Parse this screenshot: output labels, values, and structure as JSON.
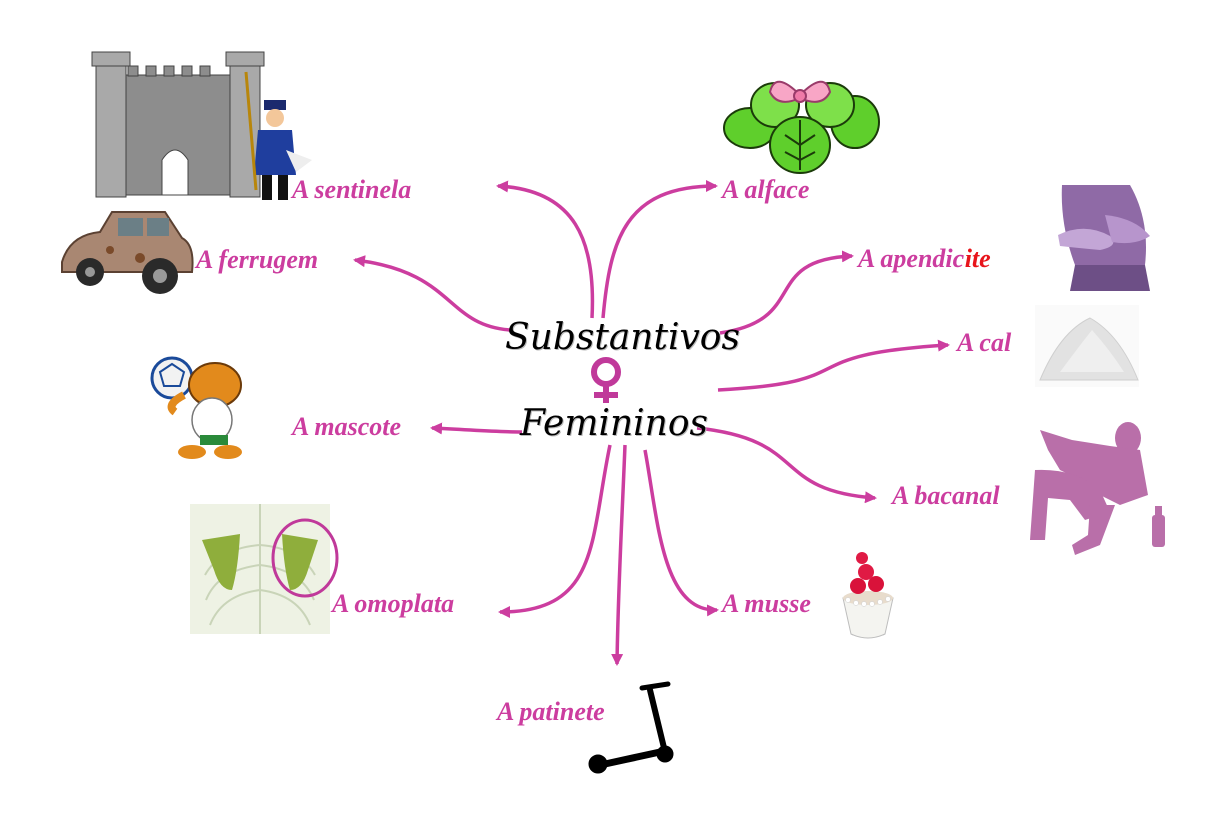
{
  "center": {
    "line1": "Substantivos",
    "line2": "Femininos",
    "symbol": "female-symbol-icon"
  },
  "colors": {
    "accent": "#cc3d9f",
    "highlight": "#e8141b",
    "title": "#000000"
  },
  "nodes": [
    {
      "id": "sentinela",
      "article": "A",
      "word": "sentinela",
      "picture": "castle-guard-icon"
    },
    {
      "id": "ferrugem",
      "article": "A",
      "word": "ferrugem",
      "picture": "rusty-car-icon"
    },
    {
      "id": "mascote",
      "article": "A",
      "word": "mascote",
      "picture": "mascot-armadillo-icon"
    },
    {
      "id": "omoplata",
      "article": "A",
      "word": "omoplata",
      "picture": "shoulder-blade-icon"
    },
    {
      "id": "patinete",
      "article": "A",
      "word": "patinete",
      "picture": "scooter-icon"
    },
    {
      "id": "musse",
      "article": "A",
      "word": "musse",
      "picture": "mousse-dessert-icon"
    },
    {
      "id": "bacanal",
      "article": "A",
      "word": "bacanal",
      "picture": "drunk-person-icon"
    },
    {
      "id": "cal",
      "article": "A",
      "word": "cal",
      "picture": "lime-powder-icon"
    },
    {
      "id": "apendicite",
      "article": "A",
      "word": "apendic",
      "suffix": "ite",
      "picture": "stomach-ache-icon"
    },
    {
      "id": "alface",
      "article": "A",
      "word": "alface",
      "picture": "lettuce-icon"
    }
  ]
}
